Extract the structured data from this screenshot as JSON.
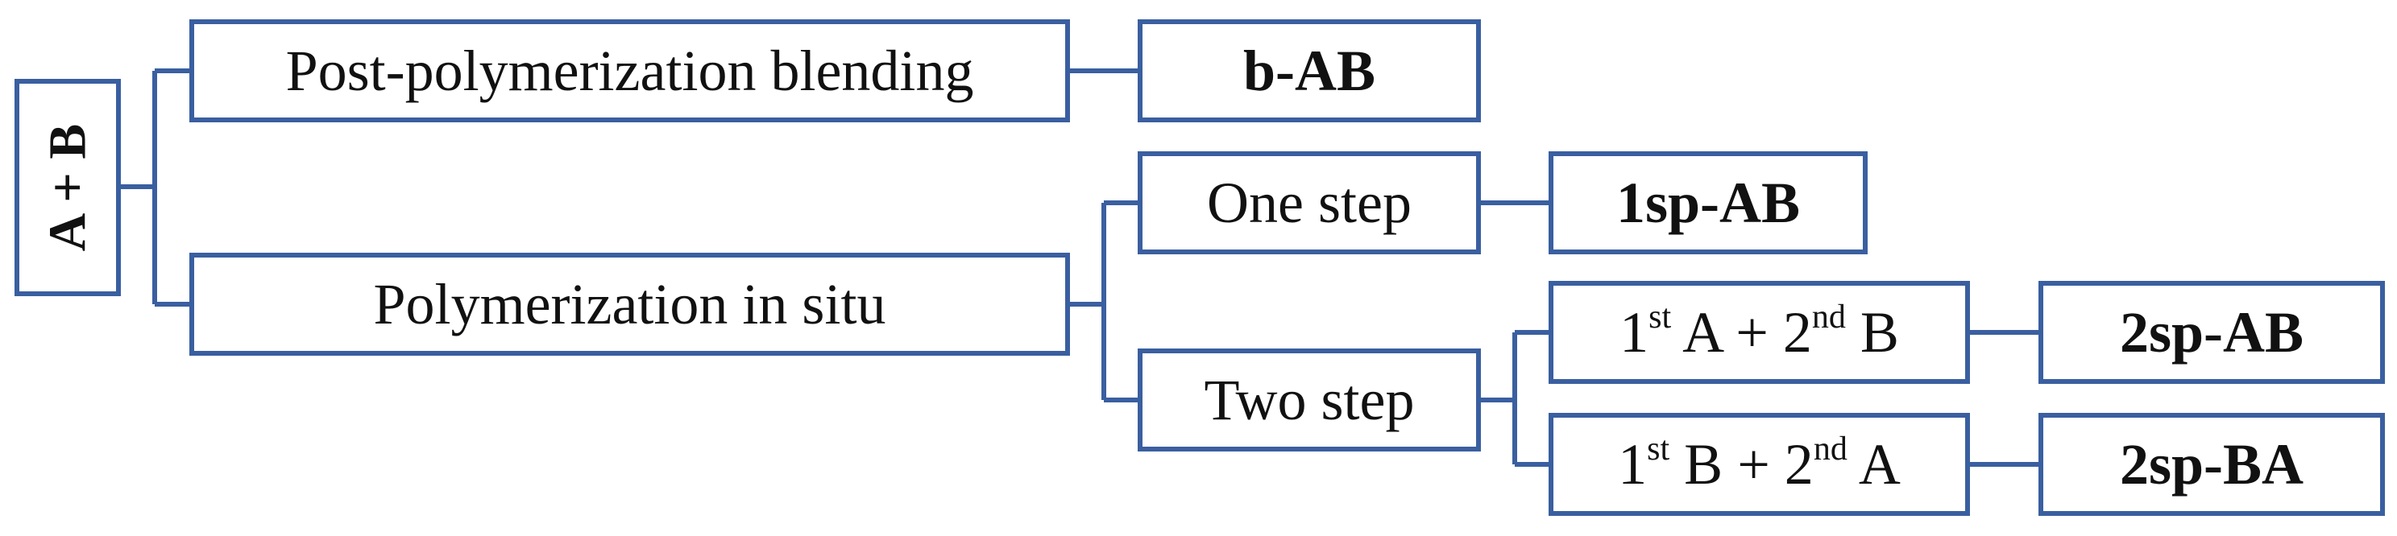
{
  "colors": {
    "stroke": "#3A5FA0",
    "text": "#111111",
    "background": "#ffffff"
  },
  "diagram": {
    "root": {
      "label": "A + B"
    },
    "methods": {
      "blending": {
        "label": "Post-polymerization blending",
        "result": "b-AB"
      },
      "in_situ": {
        "label": "Polymerization in situ",
        "one_step": {
          "label": "One step",
          "result": "1sp-AB"
        },
        "two_step": {
          "label": "Two step",
          "ab": {
            "n1": "1",
            "s1": "st",
            "m1": " A + 2",
            "s2": "nd",
            "m2": " B",
            "result": "2sp-AB"
          },
          "ba": {
            "n1": "1",
            "s1": "st",
            "m1": " B + 2",
            "s2": "nd",
            "m2": " A",
            "result": "2sp-BA"
          }
        }
      }
    }
  }
}
